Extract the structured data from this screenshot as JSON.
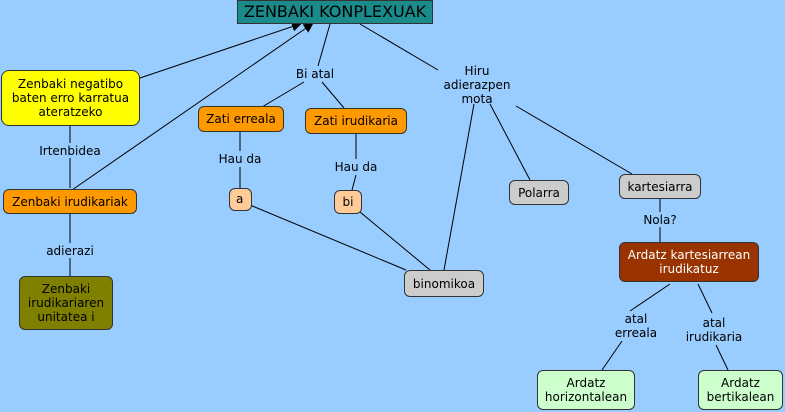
{
  "diagram": {
    "title": "ZENBAKI KONPLEXUAK",
    "nodes": {
      "negative_root": "Zenbaki negatibo baten erro karratua ateratzeko",
      "imaginary_numbers": "Zenbaki irudikariak",
      "imaginary_unit": "Zenbaki irudikariaren unitatea i",
      "real_part": "Zati erreala",
      "imaginary_part": "Zati irudikaria",
      "a": "a",
      "bi": "bi",
      "binomial": "binomikoa",
      "polar": "Polarra",
      "cartesian": "kartesiarra",
      "cartesian_axes": "Ardatz kartesiarrean irudikatuz",
      "horizontal_axis": "Ardatz horizontalean",
      "vertical_axis": "Ardatz bertikalean"
    },
    "labels": {
      "two_parts": "Bi atal",
      "three_forms": "Hiru adierazpen mota",
      "tool": "Irtenbidea",
      "expressed": "adierazi",
      "is_real": "Hau da",
      "is_imag": "Hau da",
      "how": "Nola?",
      "real_part_lbl": "atal erreala",
      "imag_part_lbl": "atal irudikaria"
    }
  }
}
